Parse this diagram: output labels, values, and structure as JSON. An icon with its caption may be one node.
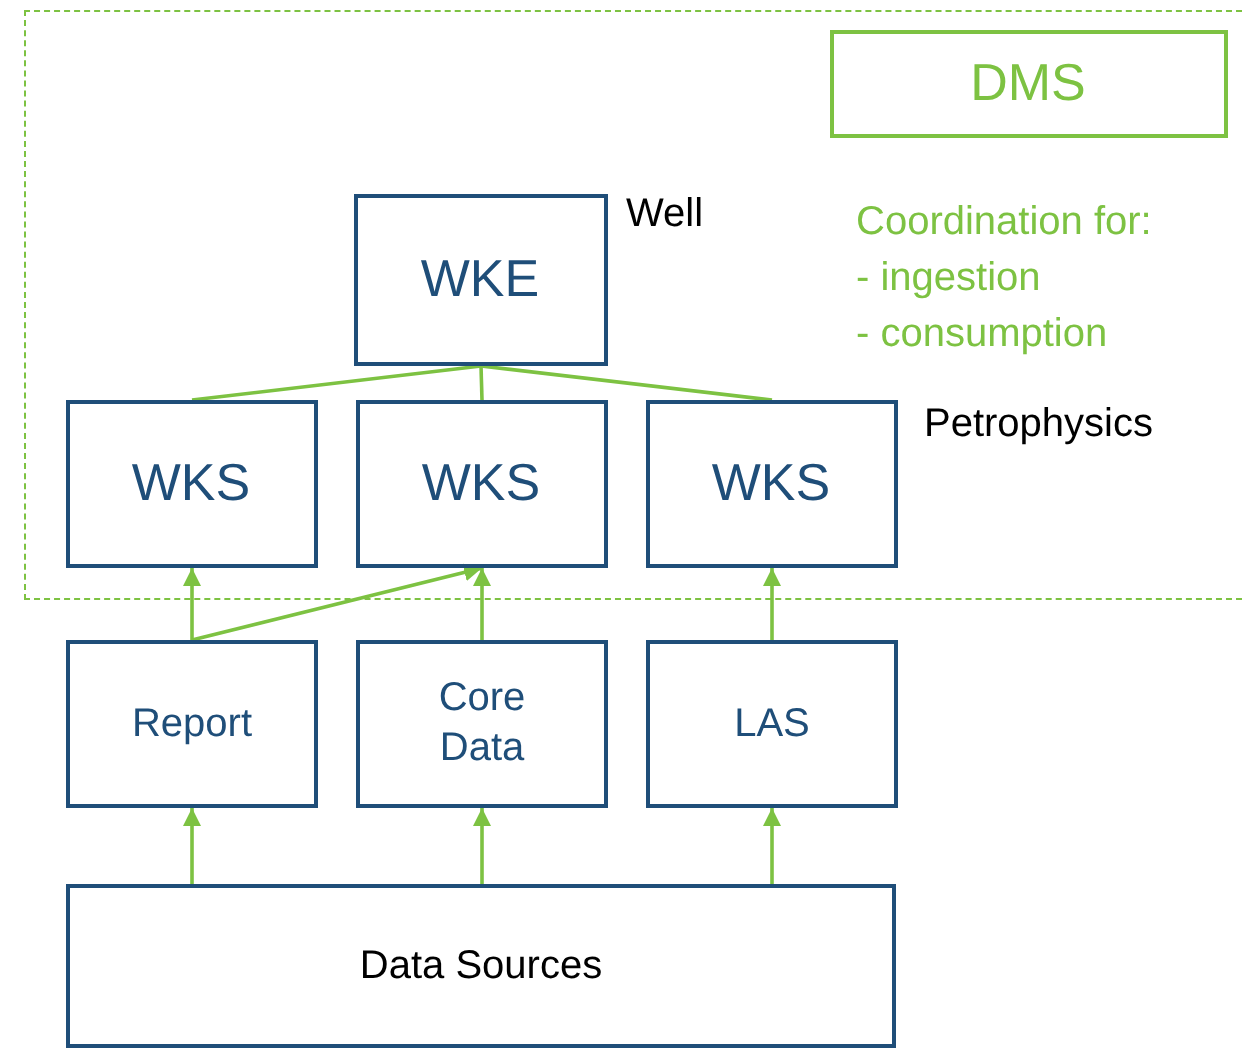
{
  "diagram": {
    "nodes": [
      {
        "text": [],
        "shape": "box"
      },
      {
        "text": [
          "DMS"
        ],
        "in": 0,
        "beside": [
          "Coordination for:",
          "- ingestion",
          "- consumption"
        ]
      },
      {
        "text": [
          "WKE"
        ],
        "in": 0,
        "beside": [
          "Well"
        ]
      },
      {
        "text": [
          "WKS"
        ],
        "in": 0
      },
      {
        "text": [
          "WKS"
        ],
        "in": 0
      },
      {
        "text": [
          "WKS"
        ],
        "in": 0,
        "beside": [
          "Petrophysics"
        ]
      },
      {
        "text": [
          "Report"
        ]
      },
      {
        "text": [
          "Core Data"
        ]
      },
      {
        "text": [
          "LAS"
        ]
      },
      {
        "text": [
          "Data Sources"
        ]
      }
    ],
    "edges": [
      {
        "from": 2,
        "to": 3,
        "arrow": "none"
      },
      {
        "from": 2,
        "to": 4,
        "arrow": "none"
      },
      {
        "from": 2,
        "to": 5,
        "arrow": "none"
      },
      {
        "from": 6,
        "to": 3,
        "arrow": "to"
      },
      {
        "from": 6,
        "to": 4,
        "arrow": "to"
      },
      {
        "from": 7,
        "to": 4,
        "arrow": "to"
      },
      {
        "from": 8,
        "to": 5,
        "arrow": "to"
      },
      {
        "from": 9,
        "to": 6,
        "arrow": "to"
      },
      {
        "from": 9,
        "to": 7,
        "arrow": "to"
      },
      {
        "from": 9,
        "to": 8,
        "arrow": "to"
      }
    ]
  }
}
